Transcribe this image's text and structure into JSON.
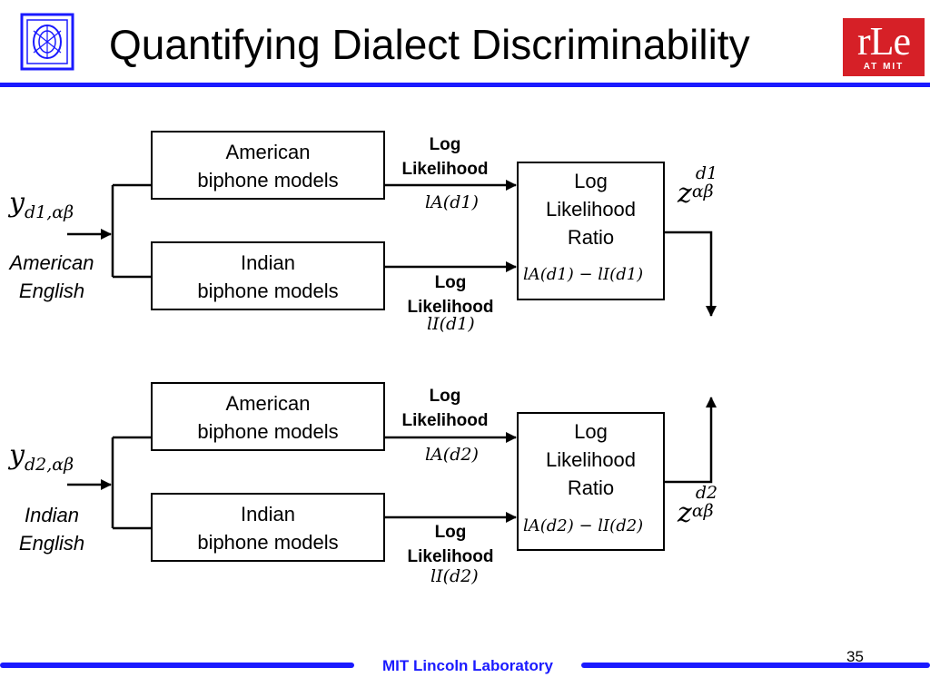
{
  "title": "Quantifying Dialect Discriminability",
  "logos": {
    "right_text": "rLe",
    "right_subtext": "AT MIT",
    "left_icon": "lincoln-lab-seal-icon"
  },
  "colors": {
    "accent": "#1a1aff",
    "rle_red": "#d62027"
  },
  "top": {
    "input": {
      "var": "y",
      "sub": "d1,αβ",
      "label_line1": "American",
      "label_line2": "English"
    },
    "model_a": {
      "line1": "American",
      "line2": "biphone models"
    },
    "model_b": {
      "line1": "Indian",
      "line2": "biphone models"
    },
    "ll_a": {
      "line1": "Log",
      "line2": "Likelihood",
      "math": "lA(d1)"
    },
    "ll_b": {
      "line1": "Log",
      "line2": "Likelihood",
      "math": "lI(d1)"
    },
    "ratio": {
      "line1": "Log",
      "line2": "Likelihood",
      "line3": "Ratio",
      "math": "lA(d1) − lI(d1)"
    },
    "output": {
      "var": "z",
      "sub": "αβ",
      "sup": "d1"
    }
  },
  "bottom": {
    "input": {
      "var": "y",
      "sub": "d2,αβ",
      "label_line1": "Indian",
      "label_line2": "English"
    },
    "model_a": {
      "line1": "American",
      "line2": "biphone models"
    },
    "model_b": {
      "line1": "Indian",
      "line2": "biphone models"
    },
    "ll_a": {
      "line1": "Log",
      "line2": "Likelihood",
      "math": "lA(d2)"
    },
    "ll_b": {
      "line1": "Log",
      "line2": "Likelihood",
      "math": "lI(d2)"
    },
    "ratio": {
      "line1": "Log",
      "line2": "Likelihood",
      "line3": "Ratio",
      "math": "lA(d2) − lI(d2)"
    },
    "output": {
      "var": "z",
      "sub": "αβ",
      "sup": "d2"
    }
  },
  "footer": {
    "text": "MIT Lincoln Laboratory",
    "page_number": "35"
  }
}
